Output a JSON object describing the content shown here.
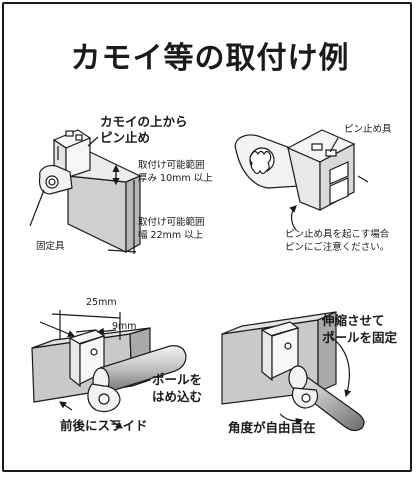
{
  "title": "カモイ等の取付け例",
  "panel1": {
    "callout": [
      "カモイの上から",
      "ピン止め"
    ],
    "depth": [
      "取付け可能範囲",
      "厚み 10mm 以上"
    ],
    "width": [
      "取付け可能範囲",
      "幅 22mm 以上"
    ],
    "fixture": "固定具"
  },
  "panel2": {
    "pin_label": "ピン止め具",
    "note": [
      "ピン止め具を起こす場合",
      "ピンにご注意ください。"
    ]
  },
  "panel3": {
    "dim_25": "25mm",
    "dim_9": "9mm",
    "insert": [
      "ポールを",
      "はめ込む"
    ],
    "slide": "前後にスライド"
  },
  "panel4": {
    "stretch": [
      "伸縮させて",
      "ポールを固定"
    ],
    "angle": "角度が自由自在"
  }
}
